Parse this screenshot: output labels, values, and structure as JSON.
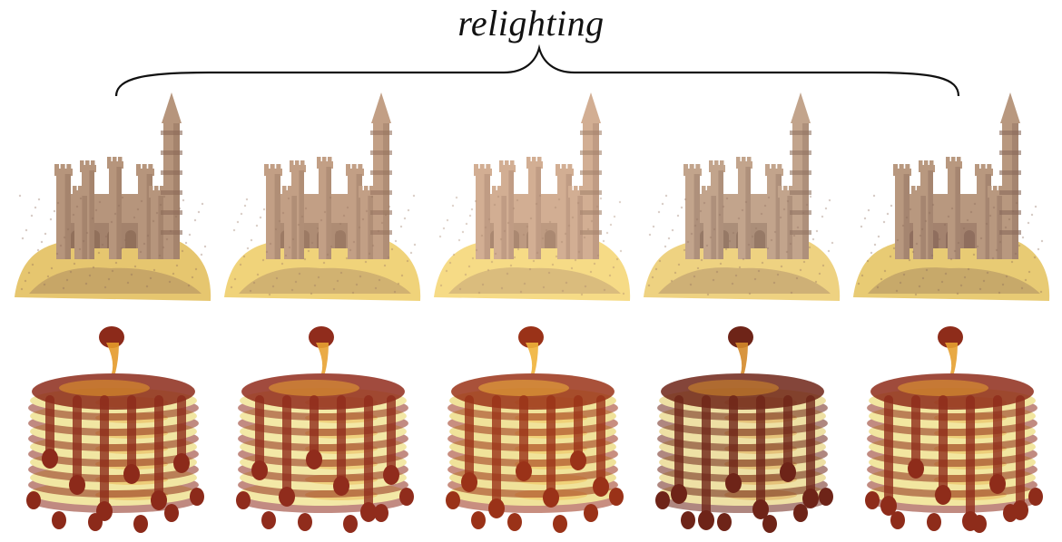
{
  "figure": {
    "title": "relighting",
    "rows": [
      {
        "name": "sandcastle",
        "variants": [
          {
            "label": "",
            "sand": "#e6c66f",
            "stone": "#b6957c",
            "shade": "#8c6b58"
          },
          {
            "label": "",
            "sand": "#f0d37a",
            "stone": "#c29f85",
            "shade": "#977560"
          },
          {
            "label": "",
            "sand": "#f6db86",
            "stone": "#d2ae93",
            "shade": "#a5836d"
          },
          {
            "label": "",
            "sand": "#eed281",
            "stone": "#c2a48c",
            "shade": "#917462"
          },
          {
            "label": "",
            "sand": "#e8cb74",
            "stone": "#b8987f",
            "shade": "#89695a"
          }
        ]
      },
      {
        "name": "pancakes",
        "variants": [
          {
            "label": "",
            "cake": "#f1e6a2",
            "syrup": "#8c2a1a",
            "glow": "#e49a2a"
          },
          {
            "label": "",
            "cake": "#f3e8a6",
            "syrup": "#902c1c",
            "glow": "#e8a232"
          },
          {
            "label": "",
            "cake": "#f0e29a",
            "syrup": "#9a3218",
            "glow": "#f0b23a"
          },
          {
            "label": "",
            "cake": "#eee0a4",
            "syrup": "#6e2418",
            "glow": "#d48a2a"
          },
          {
            "label": "",
            "cake": "#f2e6a0",
            "syrup": "#8e2c1a",
            "glow": "#e6a030"
          }
        ]
      }
    ]
  }
}
